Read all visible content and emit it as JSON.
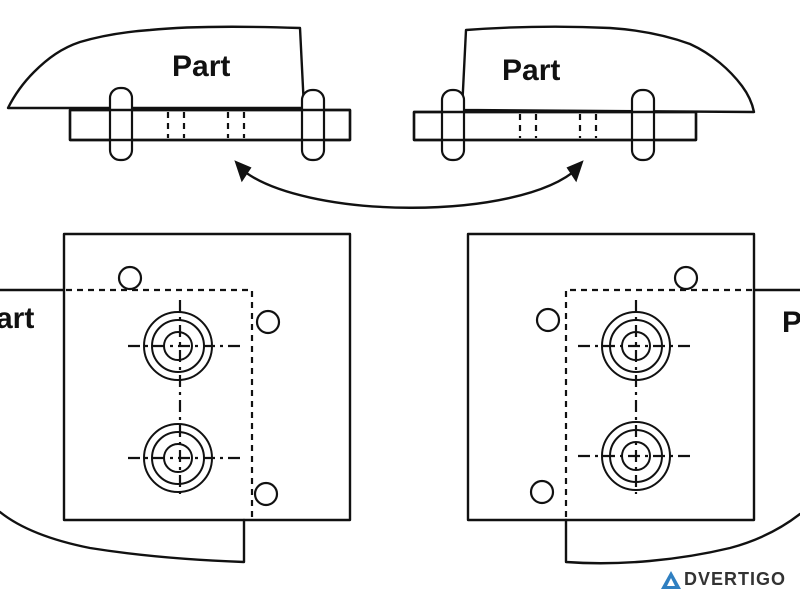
{
  "labels": {
    "top_left_part": "Part",
    "top_right_part": "Part",
    "bottom_left_part": "art",
    "bottom_right_part": "P"
  },
  "watermark": {
    "text": "DVERTIGO",
    "logo_icon": "triangle-a-logo",
    "color": "#333333",
    "accent": "#2f7fc1"
  }
}
